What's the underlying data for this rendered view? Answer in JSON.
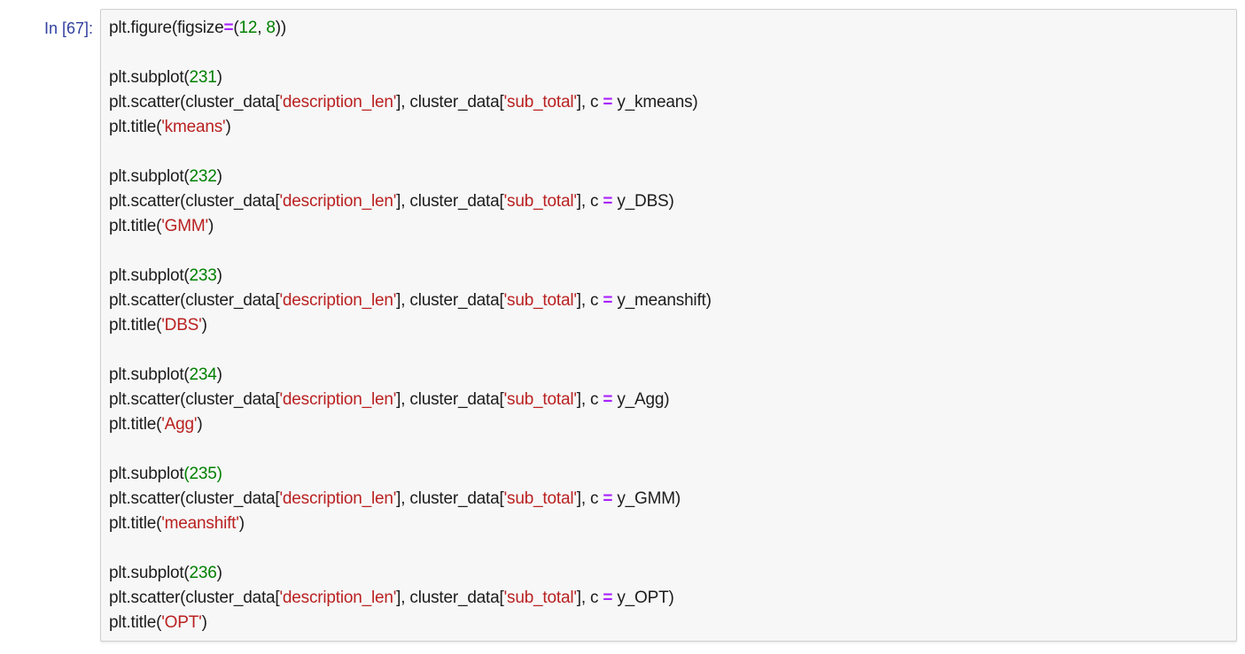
{
  "notebook": {
    "cell": {
      "prompt": "In [67]:"
    },
    "colors": {
      "page_bg": "#ffffff",
      "prompt": "#303F9F",
      "code_text": "#1c1c1c",
      "number": "#008000",
      "string": "#BA2121",
      "operator": "#AA22FF",
      "cell_bg": "#f7f7f7",
      "cell_border": "#cfcfcf"
    },
    "code_lines": [
      [
        {
          "t": "plt.figure(figsize",
          "c": "p"
        },
        {
          "t": "=",
          "c": "o"
        },
        {
          "t": "(",
          "c": "p"
        },
        {
          "t": "12",
          "c": "n"
        },
        {
          "t": ", ",
          "c": "p"
        },
        {
          "t": "8",
          "c": "n"
        },
        {
          "t": "))",
          "c": "p"
        }
      ],
      [],
      [
        {
          "t": "plt.subplot(",
          "c": "p"
        },
        {
          "t": "231",
          "c": "n"
        },
        {
          "t": ")",
          "c": "p"
        }
      ],
      [
        {
          "t": "plt.scatter(cluster_data[",
          "c": "p"
        },
        {
          "t": "'description_len'",
          "c": "s"
        },
        {
          "t": "], cluster_data[",
          "c": "p"
        },
        {
          "t": "'sub_total'",
          "c": "s"
        },
        {
          "t": "], c ",
          "c": "p"
        },
        {
          "t": "=",
          "c": "o"
        },
        {
          "t": " y_kmeans)",
          "c": "p"
        }
      ],
      [
        {
          "t": "plt.title(",
          "c": "p"
        },
        {
          "t": "'kmeans'",
          "c": "s"
        },
        {
          "t": ")",
          "c": "p"
        }
      ],
      [],
      [
        {
          "t": "plt.subplot(",
          "c": "p"
        },
        {
          "t": "232",
          "c": "n"
        },
        {
          "t": ")",
          "c": "p"
        }
      ],
      [
        {
          "t": "plt.scatter(cluster_data[",
          "c": "p"
        },
        {
          "t": "'description_len'",
          "c": "s"
        },
        {
          "t": "], cluster_data[",
          "c": "p"
        },
        {
          "t": "'sub_total'",
          "c": "s"
        },
        {
          "t": "], c ",
          "c": "p"
        },
        {
          "t": "=",
          "c": "o"
        },
        {
          "t": " y_DBS)",
          "c": "p"
        }
      ],
      [
        {
          "t": "plt.title(",
          "c": "p"
        },
        {
          "t": "'GMM'",
          "c": "s"
        },
        {
          "t": ")",
          "c": "p"
        }
      ],
      [],
      [
        {
          "t": "plt.subplot(",
          "c": "p"
        },
        {
          "t": "233",
          "c": "n"
        },
        {
          "t": ")",
          "c": "p"
        }
      ],
      [
        {
          "t": "plt.scatter(cluster_data[",
          "c": "p"
        },
        {
          "t": "'description_len'",
          "c": "s"
        },
        {
          "t": "], cluster_data[",
          "c": "p"
        },
        {
          "t": "'sub_total'",
          "c": "s"
        },
        {
          "t": "], c ",
          "c": "p"
        },
        {
          "t": "=",
          "c": "o"
        },
        {
          "t": " y_meanshift)",
          "c": "p"
        }
      ],
      [
        {
          "t": "plt.title(",
          "c": "p"
        },
        {
          "t": "'DBS'",
          "c": "s"
        },
        {
          "t": ")",
          "c": "p"
        }
      ],
      [],
      [
        {
          "t": "plt.subplot(",
          "c": "p"
        },
        {
          "t": "234",
          "c": "n"
        },
        {
          "t": ")",
          "c": "p"
        }
      ],
      [
        {
          "t": "plt.scatter(cluster_data[",
          "c": "p"
        },
        {
          "t": "'description_len'",
          "c": "s"
        },
        {
          "t": "], cluster_data[",
          "c": "p"
        },
        {
          "t": "'sub_total'",
          "c": "s"
        },
        {
          "t": "], c ",
          "c": "p"
        },
        {
          "t": "=",
          "c": "o"
        },
        {
          "t": " y_Agg)",
          "c": "p"
        }
      ],
      [
        {
          "t": "plt.title(",
          "c": "p"
        },
        {
          "t": "'Agg'",
          "c": "s"
        },
        {
          "t": ")",
          "c": "p"
        }
      ],
      [],
      [
        {
          "t": "plt.subplot",
          "c": "p"
        },
        {
          "t": "(235)",
          "c": "n"
        }
      ],
      [
        {
          "t": "plt.scatter(cluster_data[",
          "c": "p"
        },
        {
          "t": "'description_len'",
          "c": "s"
        },
        {
          "t": "], cluster_data[",
          "c": "p"
        },
        {
          "t": "'sub_total'",
          "c": "s"
        },
        {
          "t": "], c ",
          "c": "p"
        },
        {
          "t": "=",
          "c": "o"
        },
        {
          "t": " y_GMM)",
          "c": "p"
        }
      ],
      [
        {
          "t": "plt.title(",
          "c": "p"
        },
        {
          "t": "'meanshift'",
          "c": "s"
        },
        {
          "t": ")",
          "c": "p"
        }
      ],
      [],
      [
        {
          "t": "plt.subplot(",
          "c": "p"
        },
        {
          "t": "236",
          "c": "n"
        },
        {
          "t": ")",
          "c": "p"
        }
      ],
      [
        {
          "t": "plt.scatter(cluster_data[",
          "c": "p"
        },
        {
          "t": "'description_len'",
          "c": "s"
        },
        {
          "t": "], cluster_data[",
          "c": "p"
        },
        {
          "t": "'sub_total'",
          "c": "s"
        },
        {
          "t": "], c ",
          "c": "p"
        },
        {
          "t": "=",
          "c": "o"
        },
        {
          "t": " y_OPT)",
          "c": "p"
        }
      ],
      [
        {
          "t": "plt.title(",
          "c": "p"
        },
        {
          "t": "'OPT'",
          "c": "s"
        },
        {
          "t": ")",
          "c": "p"
        }
      ]
    ]
  }
}
